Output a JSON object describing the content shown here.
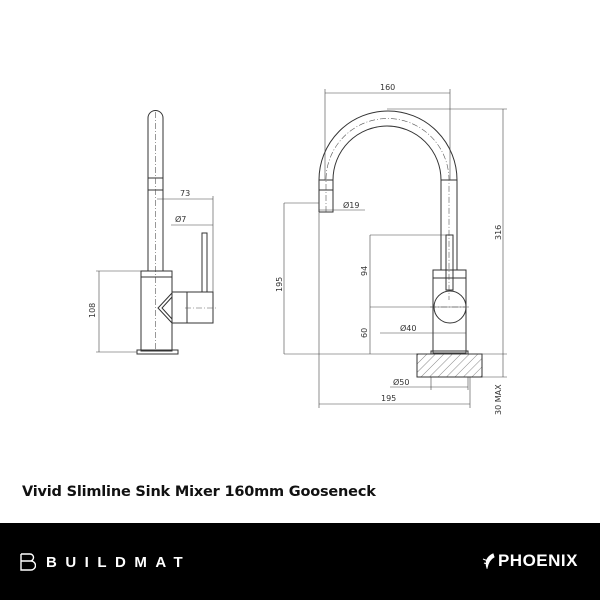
{
  "product_title": "Vivid Slimline Sink Mixer 160mm Gooseneck",
  "side_view": {
    "dims": {
      "reach_73": "73",
      "lever_dia": "Ø7",
      "body_height": "108"
    }
  },
  "front_view": {
    "dims": {
      "spout_width": "160",
      "outlet_dia": "Ø19",
      "outlet_height": "195",
      "lever_height": "94",
      "handle_height": "60",
      "handle_dia": "Ø40",
      "base_dia": "Ø50",
      "total_reach": "195",
      "total_height": "316",
      "bench_thickness": "30 MAX"
    }
  },
  "footer": {
    "left_brand": "BUILDMAT",
    "right_brand": "PHOENIX",
    "background": "#000000"
  }
}
